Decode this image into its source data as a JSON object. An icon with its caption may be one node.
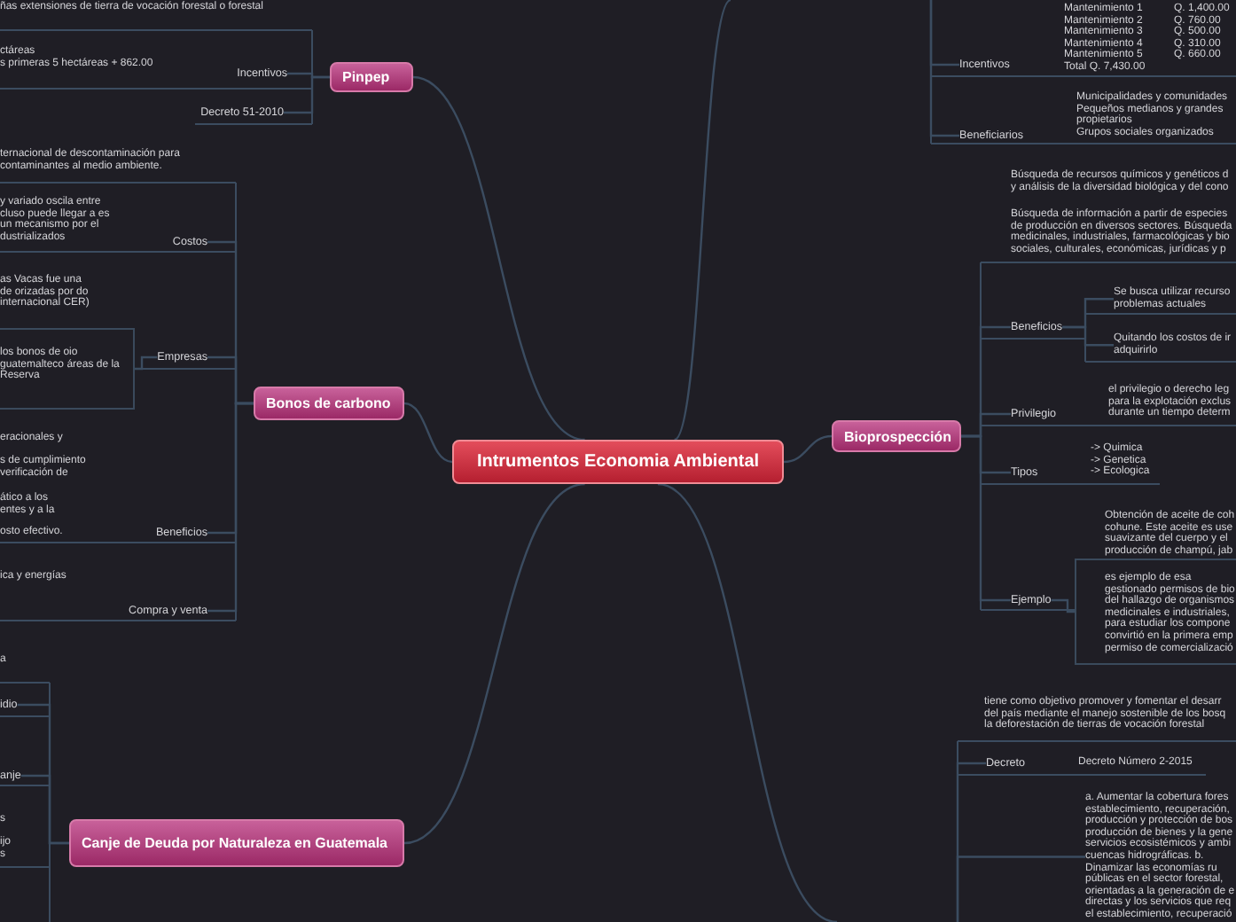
{
  "diagram": {
    "nodes": [
      {
        "text": [
          "Intrumentos Economia Ambiental"
        ]
      },
      {
        "text": [
          "Pinpep"
        ]
      },
      {
        "text": [
          "Bonos de carbono"
        ]
      },
      {
        "text": [
          "Canje de Deuda por Naturaleza en Guatemala"
        ]
      },
      {
        "text": [
          "Bioprospección"
        ]
      },
      {
        "text": [
          "Incentivos"
        ],
        "beside": [
          "ctáreas",
          "s primeras 5 hectáreas + 862.00"
        ]
      },
      {
        "text": [
          "Decreto 51-2010"
        ]
      },
      {
        "text": [
          "Costos"
        ]
      },
      {
        "text": [
          "Empresas"
        ]
      },
      {
        "text": [
          "los bonos de oio guatemalteco áreas de la Reserva"
        ]
      },
      {
        "text": [
          "Beneficios"
        ],
        "beside": [
          "eracionales y",
          "s de cumplimiento verificación de",
          "ático a los entes y a la",
          "osto efectivo."
        ]
      },
      {
        "text": [
          "Compra y venta"
        ]
      },
      {
        "text": [
          "idio"
        ]
      },
      {
        "text": [
          "anje"
        ]
      },
      {
        "text": [
          "Incentivos"
        ],
        "beside": [
          "Mantenimiento 1",
          "Mantenimiento 2",
          "Mantenimiento 3",
          "Mantenimiento 4",
          "Mantenimiento 5",
          "Total Q. 7,430.00"
        ]
      },
      {
        "text": [
          "Beneficiarios"
        ],
        "beside": [
          "Municipalidades y comunidades",
          "Pequeños medianos y grandes propietarios",
          "Grupos sociales organizados"
        ]
      },
      {
        "text": [
          "Beneficios"
        ]
      },
      {
        "text": [
          "Se busca utilizar recurso problemas actuales"
        ]
      },
      {
        "text": [
          "Quitando los costos de ir adquirirlo"
        ]
      },
      {
        "text": [
          "Privilegio"
        ]
      },
      {
        "text": [
          "Tipos"
        ],
        "beside": [
          "-> Quimica",
          "-> Genetica",
          "-> Ecologica"
        ]
      },
      {
        "text": [
          "Ejemplo"
        ]
      },
      {
        "text": [
          "es ejemplo de esa gestionado permisos de bio del hallazgo de organismos medicinales e industriales, para estudiar los compone convirtió en la primera emp permiso de comercializació"
        ]
      },
      {
        "text": [
          "Decreto"
        ]
      },
      {
        "text": [
          "a. Aumentar la cobertura fores establecimiento, recuperación, producción y protección de bos producción de bienes y la gene servicios ecosistémicos y ambi cuencas hidrográficas. b. Dinamizar las economías ru públicas en el sector forestal, orientadas a la generación de e directas y los servicios que req el establecimiento, recuperació"
        ]
      }
    ],
    "edges": [
      {
        "from": 0,
        "to": 1,
        "arrow": "none"
      },
      {
        "from": 0,
        "to": 2,
        "arrow": "none"
      },
      {
        "from": 0,
        "to": 3,
        "arrow": "none"
      },
      {
        "from": 0,
        "to": 4,
        "arrow": "none"
      },
      {
        "from": 0,
        "to": null,
        "arrow": "none"
      },
      {
        "from": 0,
        "to": null,
        "arrow": "none"
      },
      {
        "from": 1,
        "to": 5,
        "arrow": "none"
      },
      {
        "from": 1,
        "to": 6,
        "arrow": "none"
      },
      {
        "from": 2,
        "to": 7,
        "arrow": "none"
      },
      {
        "from": 2,
        "to": 8,
        "arrow": "none"
      },
      {
        "from": 8,
        "to": 9,
        "arrow": "none"
      },
      {
        "from": 2,
        "to": 10,
        "arrow": "none"
      },
      {
        "from": 2,
        "to": 11,
        "arrow": "none"
      },
      {
        "from": 3,
        "to": 12,
        "arrow": "none"
      },
      {
        "from": 3,
        "to": 13,
        "arrow": "none"
      },
      {
        "from": null,
        "to": 14,
        "arrow": "none"
      },
      {
        "from": null,
        "to": 15,
        "arrow": "none"
      },
      {
        "from": 4,
        "to": 16,
        "arrow": "none"
      },
      {
        "from": 16,
        "to": 17,
        "arrow": "none"
      },
      {
        "from": 16,
        "to": 18,
        "arrow": "none"
      },
      {
        "from": 4,
        "to": 19,
        "arrow": "none"
      },
      {
        "from": 4,
        "to": 20,
        "arrow": "none"
      },
      {
        "from": 4,
        "to": 21,
        "arrow": "none"
      },
      {
        "from": 21,
        "to": 22,
        "arrow": "none"
      },
      {
        "from": null,
        "to": 23,
        "arrow": "none"
      },
      {
        "from": null,
        "to": 24,
        "arrow": "none"
      }
    ],
    "labels": [
      "ñas extensiones de tierra de vocación forestal o forestal",
      "Q. 1,400.00",
      "Q. 760.00",
      "Q. 500.00",
      "Q. 310.00",
      "Q. 660.00",
      "ternacional de descontaminación para contaminantes al medio ambiente.",
      "y variado oscila entre cluso puede llegar a es un mecanismo por el dustrializados",
      "as Vacas fue una de orizadas por do internacional CER)",
      "ica y energías",
      "Búsqueda de recursos químicos y genéticos d y análisis de la diversidad biológica y del cono",
      "Búsqueda de información a partir de especies de producción en diversos sectores. Búsqueda medicinales, industriales, farmacológicas y bio sociales, culturales, económicas, jurídicas y p",
      "el privilegio o derecho leg para la explotación exclus durante un tiempo determ",
      "Obtención de aceite de coh cohune. Este aceite es use suavizante del cuerpo y el producción de champú, jab",
      "a",
      "s",
      "ijo s",
      "tiene como objetivo promover y fomentar el desarr del país mediante el manejo sostenible de los bosq la deforestación de tierras de vocación forestal",
      "Decreto Número 2-2015"
    ]
  }
}
